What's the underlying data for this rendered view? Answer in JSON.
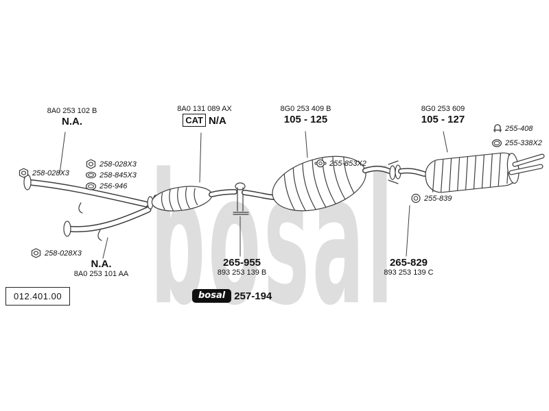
{
  "watermark": "bosal",
  "frame_code": "012.401.00",
  "top_labels": {
    "front_pipe": {
      "oem": "8A0 253 102 B",
      "code": "N.A."
    },
    "catalyst": {
      "oem": "8A0 131 089 AX",
      "cat": "CAT",
      "code": "N/A"
    },
    "center_muffler": {
      "oem": "8G0 253 409 B",
      "code": "105 - 125"
    },
    "rear_muffler": {
      "oem": "8G0 253 609",
      "code": "105 - 127"
    }
  },
  "bottom_labels": {
    "front_pipe_lower": {
      "code": "N.A.",
      "oem": "8A0 253 101 AA"
    },
    "center_fitting": {
      "code": "265-955",
      "oem": "893 253 139 B"
    },
    "rear_fitting": {
      "code": "265-829",
      "oem": "893 253 139 C"
    },
    "clamp": {
      "logo": "bosal",
      "code": "257-194"
    }
  },
  "hardware_labels": {
    "clamp_408": "255-408",
    "ring_338": "255-338X2",
    "nut_left": "258-028X3",
    "nut_mid": "258-028X3",
    "gasket_845": "258-845X3",
    "ring_946": "256-946",
    "gasket_853": "255-853X2",
    "ring_839": "255-839",
    "nut_lower": "258-028X3"
  }
}
